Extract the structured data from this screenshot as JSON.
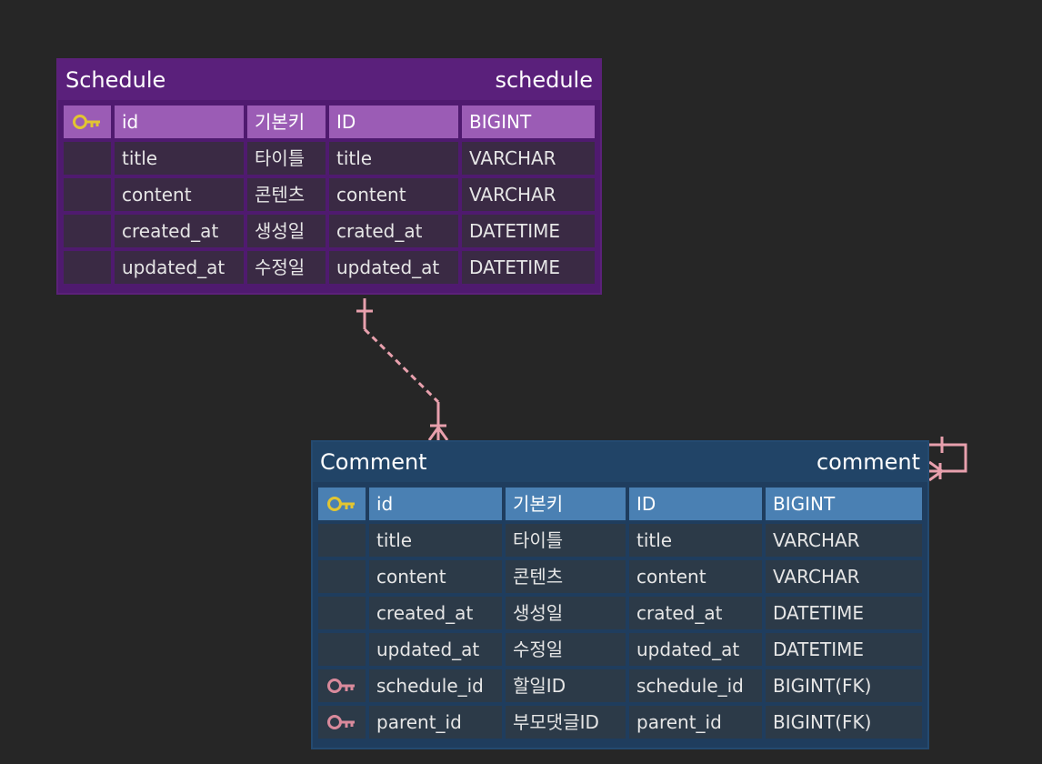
{
  "colors": {
    "background": "#262626",
    "schedule_header": "#5a207b",
    "comment_header": "#214467",
    "relation_line": "#e8a0ad",
    "primary_key_icon": "#e2c531",
    "foreign_key_icon": "#d98a9c"
  },
  "schedule": {
    "title": "Schedule",
    "table_name": "schedule",
    "columns": [
      {
        "key": "primary-key-icon",
        "name": "id",
        "logical": "기본키",
        "physical": "ID",
        "type": "BIGINT"
      },
      {
        "key": "",
        "name": "title",
        "logical": "타이틀",
        "physical": "title",
        "type": "VARCHAR"
      },
      {
        "key": "",
        "name": "content",
        "logical": "콘텐츠",
        "physical": "content",
        "type": "VARCHAR"
      },
      {
        "key": "",
        "name": "created_at",
        "logical": "생성일",
        "physical": "crated_at",
        "type": "DATETIME"
      },
      {
        "key": "",
        "name": "updated_at",
        "logical": "수정일",
        "physical": "updated_at",
        "type": "DATETIME"
      }
    ]
  },
  "comment": {
    "title": "Comment",
    "table_name": "comment",
    "columns": [
      {
        "key": "primary-key-icon",
        "name": "id",
        "logical": "기본키",
        "physical": "ID",
        "type": "BIGINT"
      },
      {
        "key": "",
        "name": "title",
        "logical": "타이틀",
        "physical": "title",
        "type": "VARCHAR"
      },
      {
        "key": "",
        "name": "content",
        "logical": "콘텐츠",
        "physical": "content",
        "type": "VARCHAR"
      },
      {
        "key": "",
        "name": "created_at",
        "logical": "생성일",
        "physical": "crated_at",
        "type": "DATETIME"
      },
      {
        "key": "",
        "name": "updated_at",
        "logical": "수정일",
        "physical": "updated_at",
        "type": "DATETIME"
      },
      {
        "key": "foreign-key-icon",
        "name": "schedule_id",
        "logical": "할일ID",
        "physical": "schedule_id",
        "type": "BIGINT(FK)"
      },
      {
        "key": "foreign-key-icon",
        "name": "parent_id",
        "logical": "부모댓글ID",
        "physical": "parent_id",
        "type": "BIGINT(FK)"
      }
    ]
  },
  "relations": [
    {
      "from": "schedule",
      "to": "comment",
      "from_cardinality": "one",
      "to_cardinality": "many",
      "style": "dashed"
    },
    {
      "from": "comment",
      "to": "comment",
      "from_cardinality": "one",
      "to_cardinality": "many",
      "style": "solid"
    }
  ]
}
